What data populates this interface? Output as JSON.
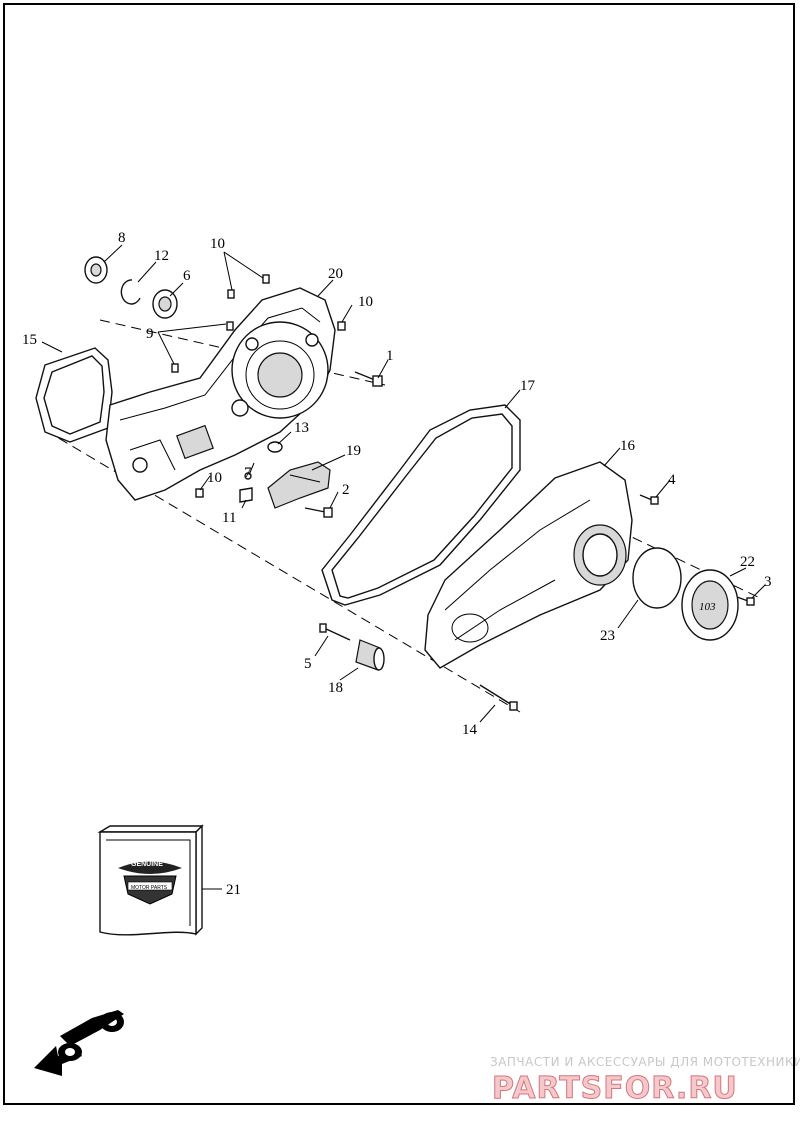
{
  "callouts": {
    "c1": "1",
    "c2": "2",
    "c3": "3",
    "c4": "4",
    "c5": "5",
    "c6": "6",
    "c7": "7",
    "c8": "8",
    "c9": "9",
    "c10a": "10",
    "c10b": "10",
    "c10c": "10",
    "c11": "11",
    "c12": "12",
    "c13": "13",
    "c14": "14",
    "c15": "15",
    "c16": "16",
    "c17": "17",
    "c18": "18",
    "c19": "19",
    "c20": "20",
    "c21": "21",
    "c22": "22",
    "c23": "23"
  },
  "watermark": {
    "tagline": "ЗАПЧАСТИ И АКСЕССУАРЫ ДЛЯ МОТОТЕХНИКИ",
    "brand": "PARTSFOR.RU"
  },
  "kit_logo": {
    "top_text": "GENUINE",
    "bottom_text": "MOTOR PARTS"
  },
  "icons": {
    "front_arrow": "motorcycle-direction-arrow-icon"
  }
}
